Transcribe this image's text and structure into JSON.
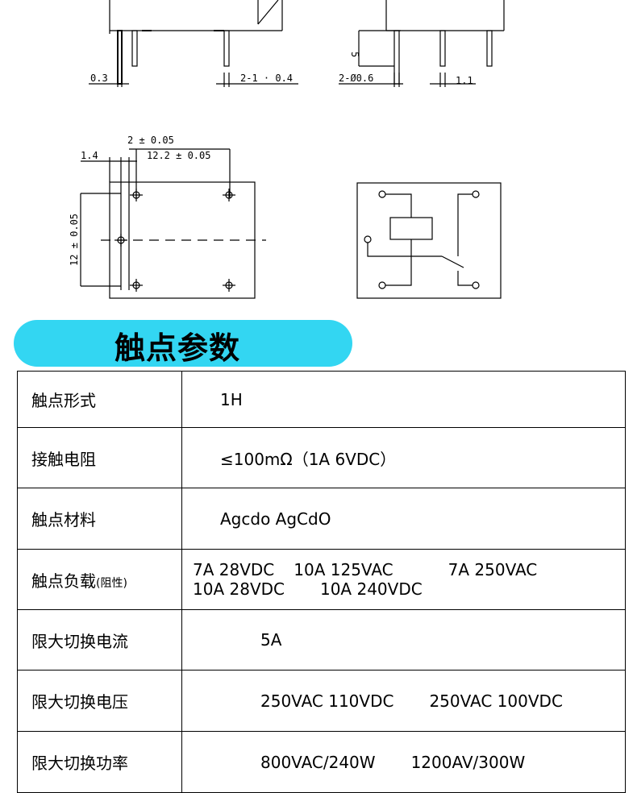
{
  "drawings": {
    "dims": {
      "d1": "0.3",
      "d2": "2-1 · 0.4",
      "d3": "5",
      "d4": "2-Ø0.6",
      "d5": "1.1",
      "d6": "2 ± 0.05",
      "d7": "1.4",
      "d8": "12.2 ± 0.05",
      "d9": "12 ± 0.05"
    }
  },
  "section": {
    "title": "触点参数"
  },
  "table": {
    "rows": [
      {
        "label": "触点形式",
        "value": "1H"
      },
      {
        "label": "接触电阻",
        "value": "≤100mΩ（1A 6VDC）"
      },
      {
        "label": "触点材料",
        "value": "Agcdo AgCdO"
      },
      {
        "label": "触点负载",
        "label_suffix": "(阻性)",
        "line1_a": "7A 28VDC",
        "line1_b": "10A 125VAC",
        "line1_c": "7A 250VAC",
        "line2_a": "10A 28VDC",
        "line2_b": "10A 240VDC"
      },
      {
        "label": "限大切换电流",
        "value": "5A"
      },
      {
        "label": "限大切换电压",
        "value_a": "250VAC 110VDC",
        "value_b": "250VAC 100VDC"
      },
      {
        "label": "限大切换功率",
        "value_a": "800VAC/240W",
        "value_b": "1200AV/300W"
      }
    ]
  }
}
